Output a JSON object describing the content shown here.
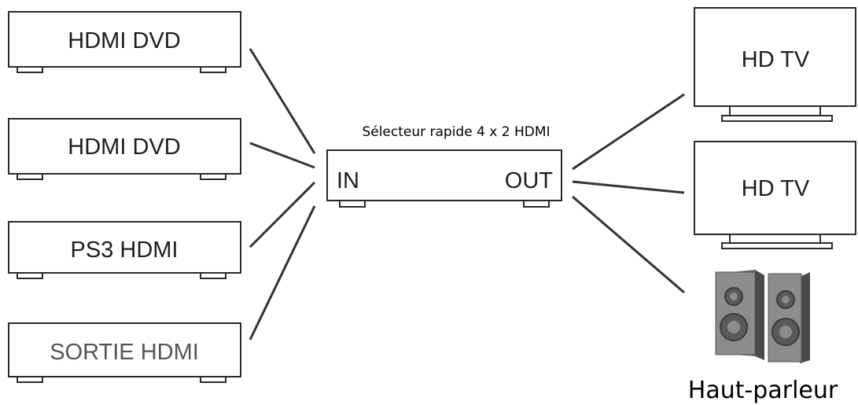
{
  "sources": [
    {
      "label": "HDMI DVD"
    },
    {
      "label": "HDMI DVD"
    },
    {
      "label": "PS3 HDMI"
    },
    {
      "label": "SORTIE HDMI"
    }
  ],
  "switch": {
    "caption": "Sélecteur rapide 4 x 2 HDMI",
    "in_label": "IN",
    "out_label": "OUT"
  },
  "outputs": [
    {
      "label": "HD TV"
    },
    {
      "label": "HD TV"
    }
  ],
  "speaker": {
    "caption": "Haut-parleur"
  },
  "colors": {
    "line": "#333333",
    "box_stroke": "#2a2a2a",
    "speaker_body": "#8c8c8c",
    "speaker_dark": "#4a4a4a"
  }
}
